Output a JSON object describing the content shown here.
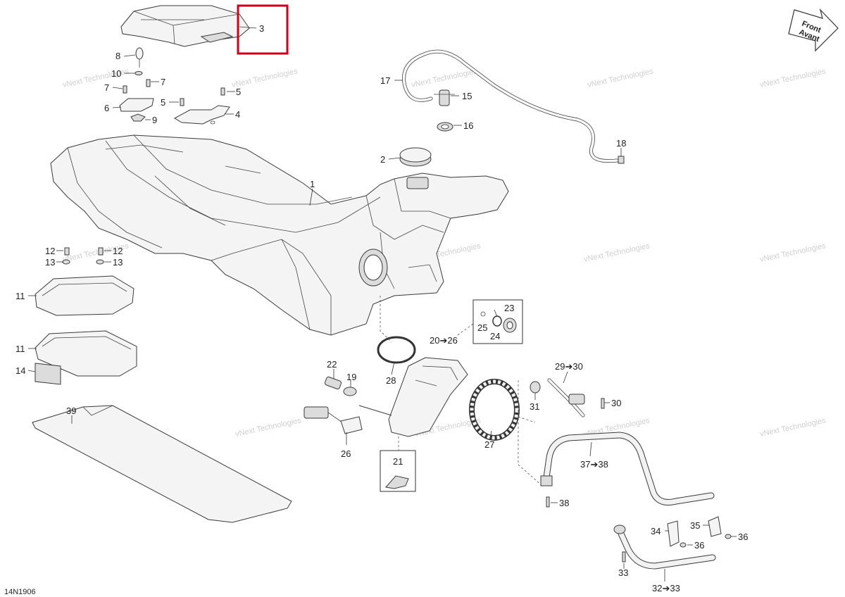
{
  "diagram": {
    "drawing_code": "14N1906",
    "watermark": "vNext Technologies",
    "orientation_arrow": {
      "line1": "Front",
      "line2": "Avant"
    },
    "highlight_color": "#d0021b",
    "highlighted_part": "3"
  },
  "labels": [
    {
      "id": "l1",
      "text": "1"
    },
    {
      "id": "l2",
      "text": "2"
    },
    {
      "id": "l3",
      "text": "3"
    },
    {
      "id": "l4",
      "text": "4"
    },
    {
      "id": "l5a",
      "text": "5"
    },
    {
      "id": "l5b",
      "text": "5"
    },
    {
      "id": "l6",
      "text": "6"
    },
    {
      "id": "l7a",
      "text": "7"
    },
    {
      "id": "l7b",
      "text": "7"
    },
    {
      "id": "l8",
      "text": "8"
    },
    {
      "id": "l9",
      "text": "9"
    },
    {
      "id": "l10",
      "text": "10"
    },
    {
      "id": "l11a",
      "text": "11"
    },
    {
      "id": "l11b",
      "text": "11"
    },
    {
      "id": "l12a",
      "text": "12"
    },
    {
      "id": "l12b",
      "text": "12"
    },
    {
      "id": "l13a",
      "text": "13"
    },
    {
      "id": "l13b",
      "text": "13"
    },
    {
      "id": "l14",
      "text": "14"
    },
    {
      "id": "l15",
      "text": "15"
    },
    {
      "id": "l16",
      "text": "16"
    },
    {
      "id": "l17",
      "text": "17"
    },
    {
      "id": "l18",
      "text": "18"
    },
    {
      "id": "l19",
      "text": "19"
    },
    {
      "id": "l20",
      "text": "20➔26"
    },
    {
      "id": "l21",
      "text": "21"
    },
    {
      "id": "l22",
      "text": "22"
    },
    {
      "id": "l23",
      "text": "23"
    },
    {
      "id": "l24",
      "text": "24"
    },
    {
      "id": "l25",
      "text": "25"
    },
    {
      "id": "l26",
      "text": "26"
    },
    {
      "id": "l27",
      "text": "27"
    },
    {
      "id": "l28",
      "text": "28"
    },
    {
      "id": "l29",
      "text": "29➔30"
    },
    {
      "id": "l30",
      "text": "30"
    },
    {
      "id": "l31",
      "text": "31"
    },
    {
      "id": "l32",
      "text": "32➔33"
    },
    {
      "id": "l33",
      "text": "33"
    },
    {
      "id": "l34",
      "text": "34"
    },
    {
      "id": "l35",
      "text": "35"
    },
    {
      "id": "l36a",
      "text": "36"
    },
    {
      "id": "l36b",
      "text": "36"
    },
    {
      "id": "l37",
      "text": "37➔38"
    },
    {
      "id": "l38",
      "text": "38"
    },
    {
      "id": "l39",
      "text": "39"
    }
  ]
}
